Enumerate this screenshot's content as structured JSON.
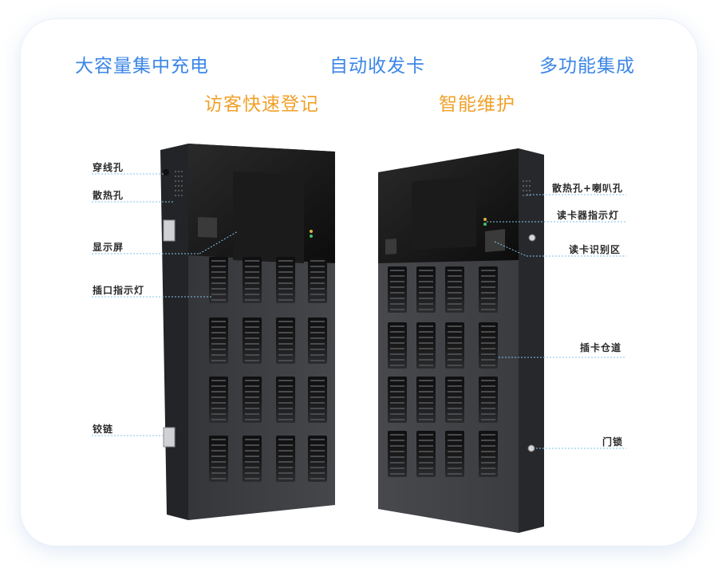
{
  "features": {
    "row1": [
      "大容量集中充电",
      "自动收发卡",
      "多功能集成"
    ],
    "row2": [
      "访客快速登记",
      "智能维护"
    ]
  },
  "labels": {
    "left": [
      "穿线孔",
      "散热孔",
      "显示屏",
      "插口指示灯",
      "铰链"
    ],
    "right": [
      "散热孔+喇叭孔",
      "读卡器指示灯",
      "读卡识别区",
      "插卡仓道",
      "门锁"
    ]
  },
  "colors": {
    "feature_blue": "#3b86e6",
    "feature_orange": "#f0a12a",
    "leader_line": "#7fc3e8",
    "cabinet_body": "#3d3f43",
    "cabinet_top": "#141414"
  }
}
